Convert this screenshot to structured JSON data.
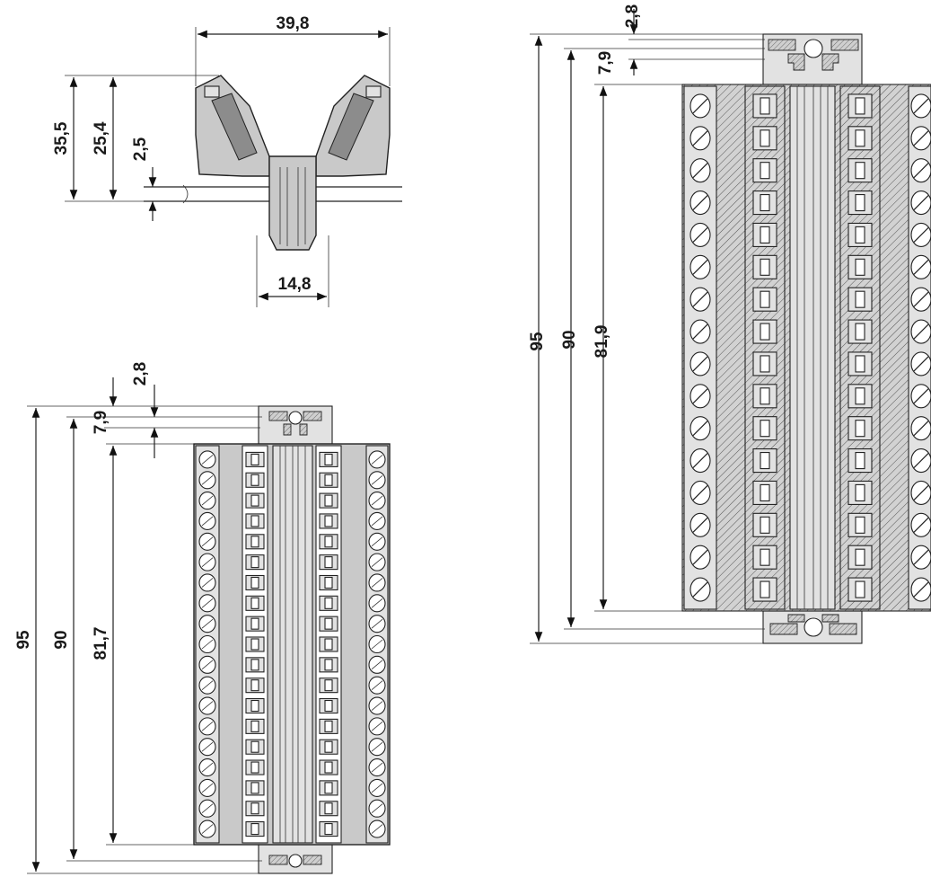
{
  "side_view": {
    "dim_width": "39,8",
    "dim_height": "35,5",
    "dim_inner": "25,4",
    "dim_thickness": "2,5",
    "dim_bottom": "14,8"
  },
  "top_small": {
    "dim_a": "2,8",
    "dim_b": "7,9",
    "dim_c": "95",
    "dim_d": "90",
    "dim_e": "81,7"
  },
  "top_large": {
    "dim_a": "2,8",
    "dim_b": "7,9",
    "dim_c": "95",
    "dim_d": "90",
    "dim_e": "81,9"
  },
  "colors": {
    "line": "#222222",
    "body_fill": "#c9c9c9",
    "light_fill": "#e2e2e2"
  }
}
